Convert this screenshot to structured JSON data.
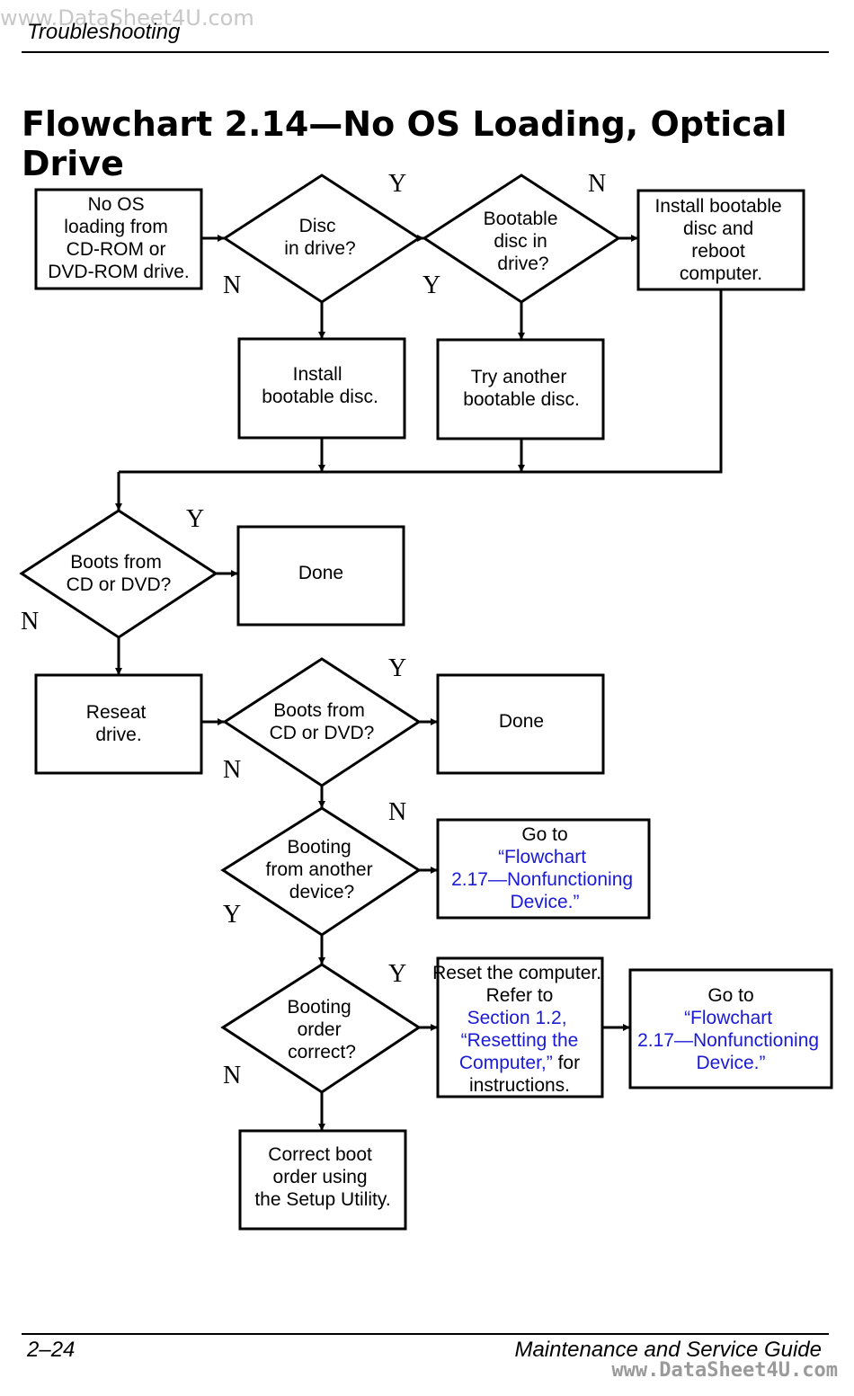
{
  "watermark": {
    "top": "www.DataSheet4U.com",
    "bottom": "www.DataSheet4U.com"
  },
  "header": {
    "section": "Troubleshooting"
  },
  "title": "Flowchart 2.14—No OS Loading, Optical Drive",
  "footer": {
    "page_number": "2–24",
    "guide_title": "Maintenance and Service Guide"
  },
  "flowchart": {
    "start": [
      "No OS",
      "loading from",
      "CD-ROM or",
      "DVD-ROM drive."
    ],
    "disc_in_drive": [
      "Disc",
      "in drive?"
    ],
    "bootable_disc": [
      "Bootable",
      "disc in",
      "drive?"
    ],
    "install_reboot": [
      "Install bootable",
      "disc and",
      "reboot",
      "computer."
    ],
    "install_disc": [
      "Install",
      "bootable disc."
    ],
    "try_another": [
      "Try another",
      "bootable disc."
    ],
    "boots_1": [
      "Boots from",
      "CD or DVD?"
    ],
    "done_1": "Done",
    "reseat": [
      "Reseat",
      "drive."
    ],
    "boots_2": [
      "Boots from",
      "CD or DVD?"
    ],
    "done_2": "Done",
    "booting_other": [
      "Booting",
      "from another",
      "device?"
    ],
    "goto_1": {
      "prefix": "Go to",
      "link": [
        "“Flowchart",
        "2.17—Nonfunctioning",
        "Device.”"
      ]
    },
    "boot_order": [
      "Booting",
      "order",
      "correct?"
    ],
    "reset": {
      "lines": [
        "Reset the computer.",
        "Refer to"
      ],
      "link": [
        "Section 1.2,",
        "“Resetting the",
        "Computer,”"
      ],
      "suffix": " for",
      "last": "instructions."
    },
    "goto_2": {
      "prefix": "Go to",
      "link": [
        "“Flowchart",
        "2.17—Nonfunctioning",
        "Device.”"
      ]
    },
    "correct_order": [
      "Correct boot",
      "order using",
      "the Setup Utility."
    ],
    "labels": {
      "yes": "Y",
      "no": "N"
    }
  }
}
